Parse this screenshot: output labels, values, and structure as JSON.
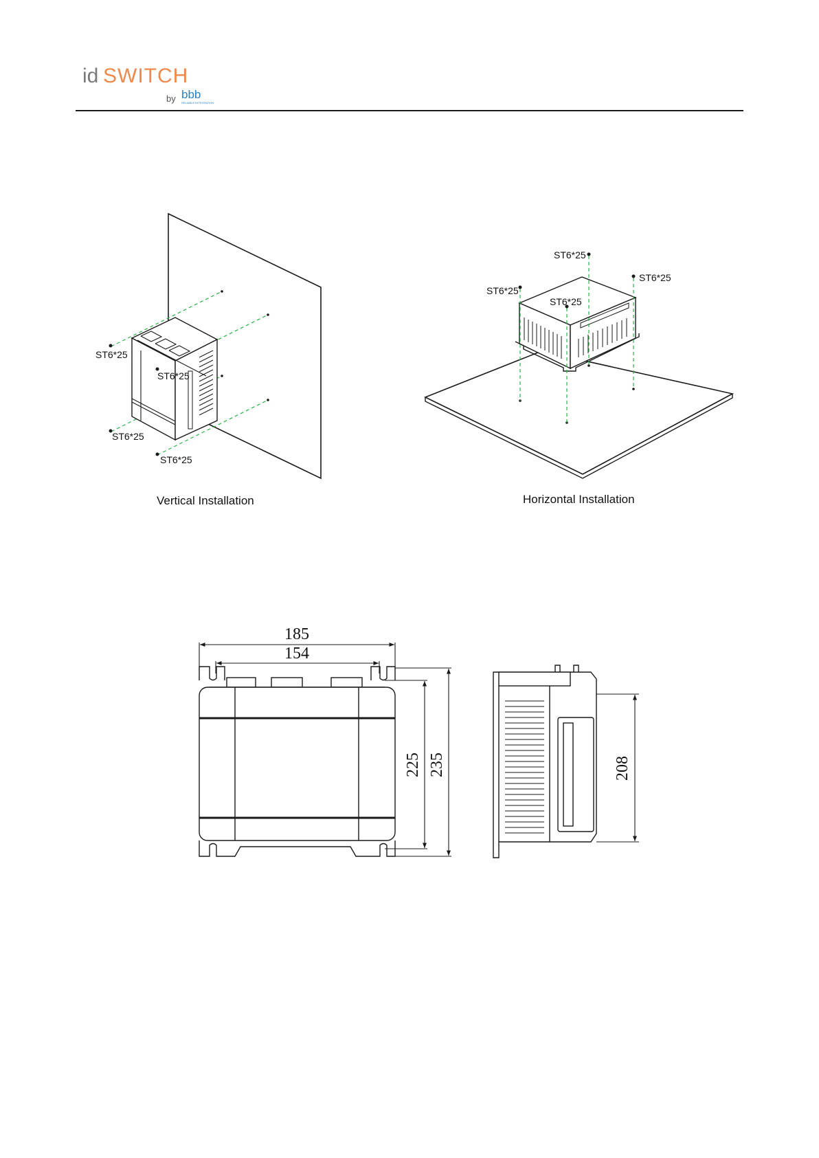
{
  "header": {
    "logo": {
      "prefix": "id",
      "brand": "SWITCH",
      "by": "by",
      "sub": "bbb",
      "tagline": "RELIABLE INTEGRATION",
      "prefix_color": "#7a7a7a",
      "brand_color": "#ee8a4e",
      "sub_color": "#2b82c5"
    }
  },
  "installation": {
    "vertical": {
      "caption": "Vertical Installation",
      "screw_labels": [
        "ST6*25",
        "ST6*25",
        "ST6*25",
        "ST6*25"
      ]
    },
    "horizontal": {
      "caption": "Horizontal Installation",
      "screw_labels": [
        "ST6*25",
        "ST6*25",
        "ST6*25",
        "ST6*25"
      ]
    }
  },
  "dimensions": {
    "front_view": {
      "overall_width": "185",
      "mount_width": "154",
      "mount_height": "225",
      "overall_height": "235"
    },
    "side_view": {
      "depth": "208"
    }
  },
  "colors": {
    "line": "#1a1a1a",
    "screw_axis": "#2db34a",
    "plate_fill": "#ffffff"
  }
}
